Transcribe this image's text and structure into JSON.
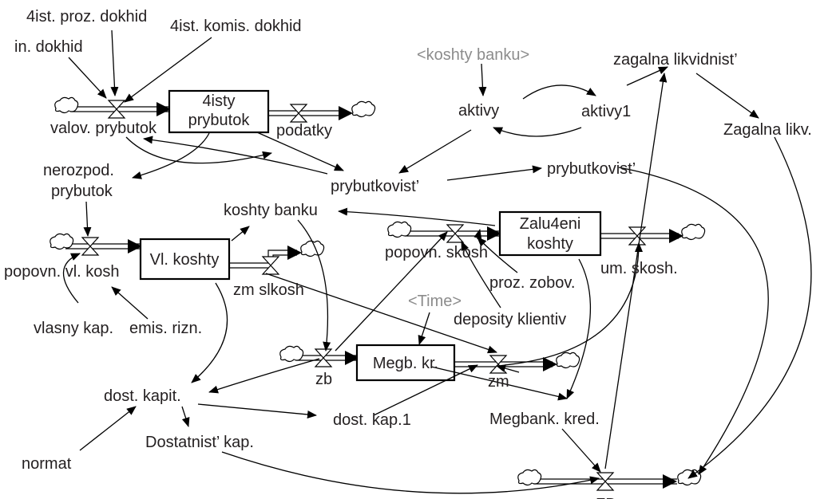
{
  "diagram": {
    "stocks": {
      "chysty_prybutok": [
        "4isty",
        "prybutok"
      ],
      "vl_koshty": "Vl. koshty",
      "zaluch_koshty": [
        "Zalu4eni",
        "koshty"
      ],
      "megb_kr": "Megb. kr."
    },
    "variables": {
      "ch_proz_dokhid": "4ist. proz. dokhid",
      "ch_komis_dokhid": "4ist. komis. dokhid",
      "in_dokhid": "in. dokhid",
      "valov_prybutok": "valov. prybutok",
      "podatky": "podatky",
      "koshty_banku_shadow": "<koshty banku>",
      "aktyvy": "aktivy",
      "aktyvy1": "aktivy1",
      "zagalna_likvidnist": "zagalna likvidnist’",
      "zagalna_likv": "Zagalna likv.",
      "nerozpod": [
        "nerozpod.",
        "prybutok"
      ],
      "prybutkovist": "prybutkovist’",
      "prybutkovist2": "prybutkovist’",
      "koshty_banku": "koshty banku",
      "popovn_skosh": "popovn. skosh",
      "um_skosh": "um. skosh.",
      "proz_zobov": "proz. zobov.",
      "popovn_vl_kosh": "popovn. vl. kosh",
      "zm_slkosh": "zm slkosh",
      "time_shadow": "<Time>",
      "depozyty": "deposity klientiv",
      "vlasny_kap": "vlasny kap.",
      "emis_rizn": "emis. rizn.",
      "zb": "zb",
      "zm": "zm",
      "dost_kapit": "dost. kapit.",
      "dost_kap1": "dost. kap.1",
      "megbank_kred": "Megbank. kred.",
      "normat": "normat",
      "dostatnist_kap": "Dostatnist’ kap.",
      "fb": "FB"
    }
  }
}
